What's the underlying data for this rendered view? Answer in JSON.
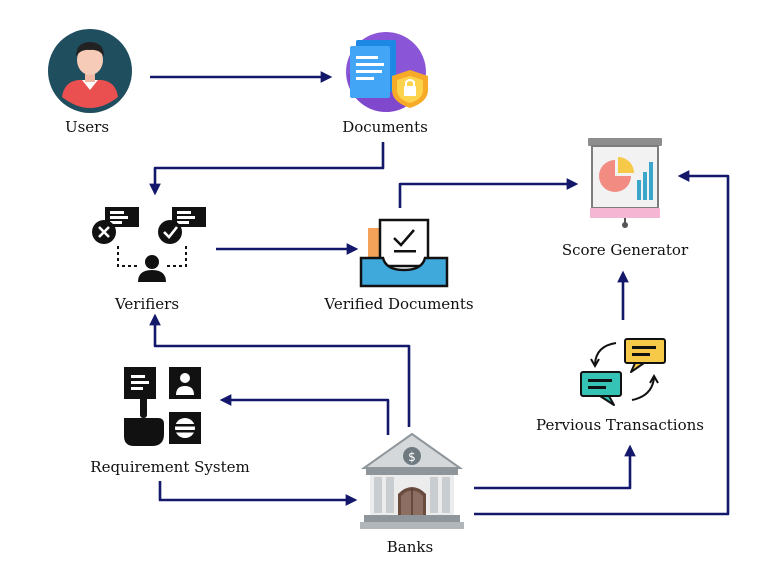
{
  "colors": {
    "arrow": "#13186a",
    "users_circle": "#1f4e5f",
    "documents_circle": "#8a55d6",
    "score_bar": "#3aa6c9"
  },
  "nodes": {
    "users": {
      "label": "Users",
      "icon": "user-avatar-icon"
    },
    "documents": {
      "label": "Documents",
      "icon": "secure-documents-icon"
    },
    "verifiers": {
      "label": "Verifiers",
      "icon": "verifiers-icon"
    },
    "verified_documents": {
      "label": "Verified Documents",
      "icon": "verified-inbox-icon"
    },
    "score_generator": {
      "label": "Score Generator",
      "icon": "presentation-chart-icon"
    },
    "requirement_system": {
      "label": "Requirement System",
      "icon": "touchscreen-grid-icon"
    },
    "previous_transactions": {
      "label": "Pervious Transactions",
      "icon": "chat-exchange-icon"
    },
    "banks": {
      "label": "Banks",
      "icon": "bank-building-icon"
    }
  },
  "edges": [
    {
      "from": "users",
      "to": "documents"
    },
    {
      "from": "documents",
      "to": "verifiers"
    },
    {
      "from": "verifiers",
      "to": "verified_documents"
    },
    {
      "from": "verified_documents",
      "to": "score_generator"
    },
    {
      "from": "previous_transactions",
      "to": "score_generator"
    },
    {
      "from": "banks",
      "to": "verifiers"
    },
    {
      "from": "banks",
      "to": "requirement_system"
    },
    {
      "from": "requirement_system",
      "to": "banks"
    },
    {
      "from": "banks",
      "to": "previous_transactions"
    },
    {
      "from": "banks",
      "to": "score_generator"
    }
  ]
}
